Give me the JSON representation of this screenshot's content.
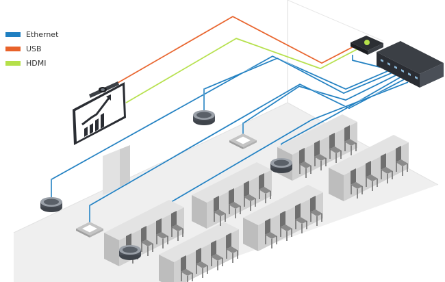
{
  "legend": {
    "items": [
      {
        "label": "Ethernet",
        "color": "#1f7fc1"
      },
      {
        "label": "USB",
        "color": "#e8622a"
      },
      {
        "label": "HDMI",
        "color": "#b5e04a"
      }
    ]
  },
  "colors": {
    "ethernet": "#1f7fc1",
    "usb": "#e8622a",
    "hdmi": "#b5e04a",
    "wall_line": "#dcdcdc",
    "floor": "#efefef",
    "table_top": "#e3e3e3",
    "table_front": "#d0d0d0",
    "table_side": "#bdbdbd",
    "chair": "#6f6f6f",
    "switch": "#3b3f45",
    "speaker": "#5a6068"
  },
  "icons": {
    "display": "trend-chart-icon",
    "camera": "camera-icon",
    "hub": "media-hub-icon",
    "switch": "network-switch-icon",
    "speakers": "ceiling-speaker-icon",
    "mics": "ceiling-microphone-icon"
  }
}
